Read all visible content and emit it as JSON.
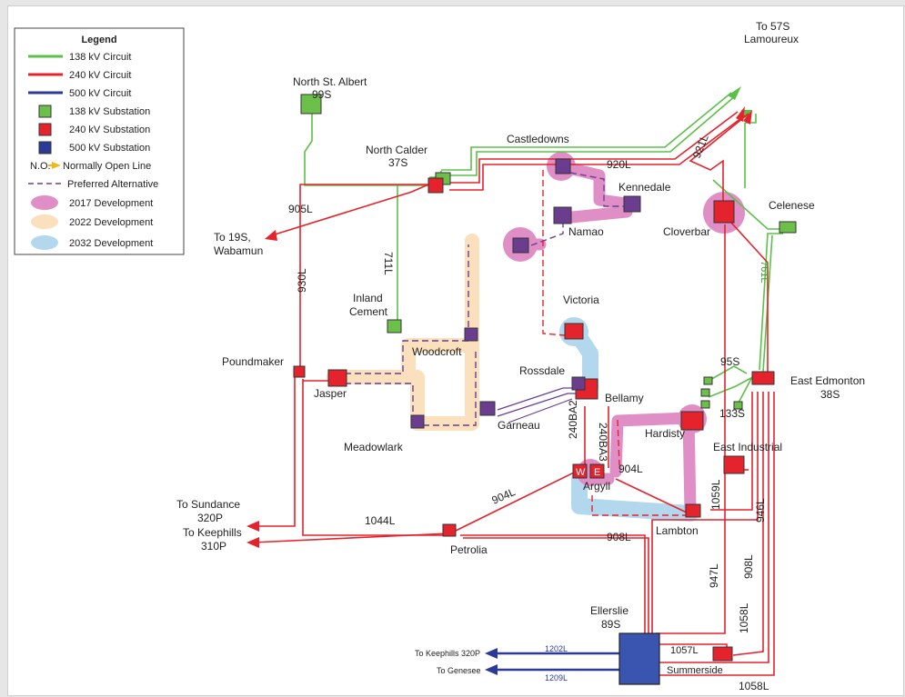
{
  "legend": {
    "title": "Legend",
    "items": [
      "138 kV Circuit",
      "240 kV Circuit",
      "500 kV Circuit",
      "138 kV Substation",
      "240 kV Substation",
      "500 kV Substation",
      "Normally Open Line",
      "Preferred Alternative",
      "2017 Development",
      "2022 Development",
      "2032 Development"
    ],
    "no_abbrev": "N.O."
  },
  "colors": {
    "kv138": "#5cc048",
    "kv240": "#e4232c",
    "kv500": "#2b3a96",
    "sub138": "#6cc04a",
    "sub240": "#e4232c",
    "sub500": "#3a55b0",
    "purple_sub": "#6b3d8f",
    "dev2017": "#df8fc6",
    "dev2022": "#fae0bc",
    "dev2032": "#b3d8ee",
    "normally_open": "#f3b71b"
  },
  "labels": {
    "north_st_albert_1": "North  St. Albert",
    "north_st_albert_2": "99S",
    "to_57s_1": "To 57S",
    "to_57s_2": "Lamoureux",
    "north_calder_1": "North Calder",
    "north_calder_2": "37S",
    "castledowns": "Castledowns",
    "l920": "920L",
    "kennedale": "Kennedale",
    "l921": "921L",
    "l905": "905L",
    "cloverbar": "Cloverbar",
    "celenese": "Celenese",
    "namao": "Namao",
    "l711": "711L",
    "to19s_1": "To 19S,",
    "to19s_2": "Wabamun",
    "l930": "930L",
    "l761": "761L",
    "inland_1": "Inland",
    "inland_2": "Cement",
    "victoria": "Victoria",
    "poundmaker": "Poundmaker",
    "woodcroft": "Woodcroft",
    "s95": "95S",
    "rossdale": "Rossdale",
    "east_edmonton_1": "East Edmonton",
    "east_edmonton_2": "38S",
    "jasper": "Jasper",
    "bellamy": "Bellamy",
    "s133": "133S",
    "garneau": "Garneau",
    "l240ba2": "240BA2",
    "l240ba3": "240BA3",
    "hardisty": "Hardisty",
    "meadowlark": "Meadowlark",
    "east_industrial": "East Industrial",
    "l904_a": "904L",
    "l904_b": "904L",
    "w": "W",
    "e": "E",
    "argyll": "Argyll",
    "l1059": "1059L",
    "to_sundance_1": "To Sundance",
    "to_sundance_2": "320P",
    "l946": "946L",
    "l1044": "1044L",
    "lambton": "Lambton",
    "to_keephills_1": "To Keephills",
    "to_keephills_2": "310P",
    "petrolia": "Petrolia",
    "l908_a": "908L",
    "l908_b": "908L",
    "l947": "947L",
    "l1058_a": "1058L",
    "ellerslie_1": "Ellerslie",
    "ellerslie_2": "89S",
    "to_keephills_320p": "To Keephills 320P",
    "l1202": "1202L",
    "l1057": "1057L",
    "summerside": "Summerside",
    "to_genesee": "To Genesee",
    "l1209": "1209L",
    "l1058_b": "1058L"
  }
}
